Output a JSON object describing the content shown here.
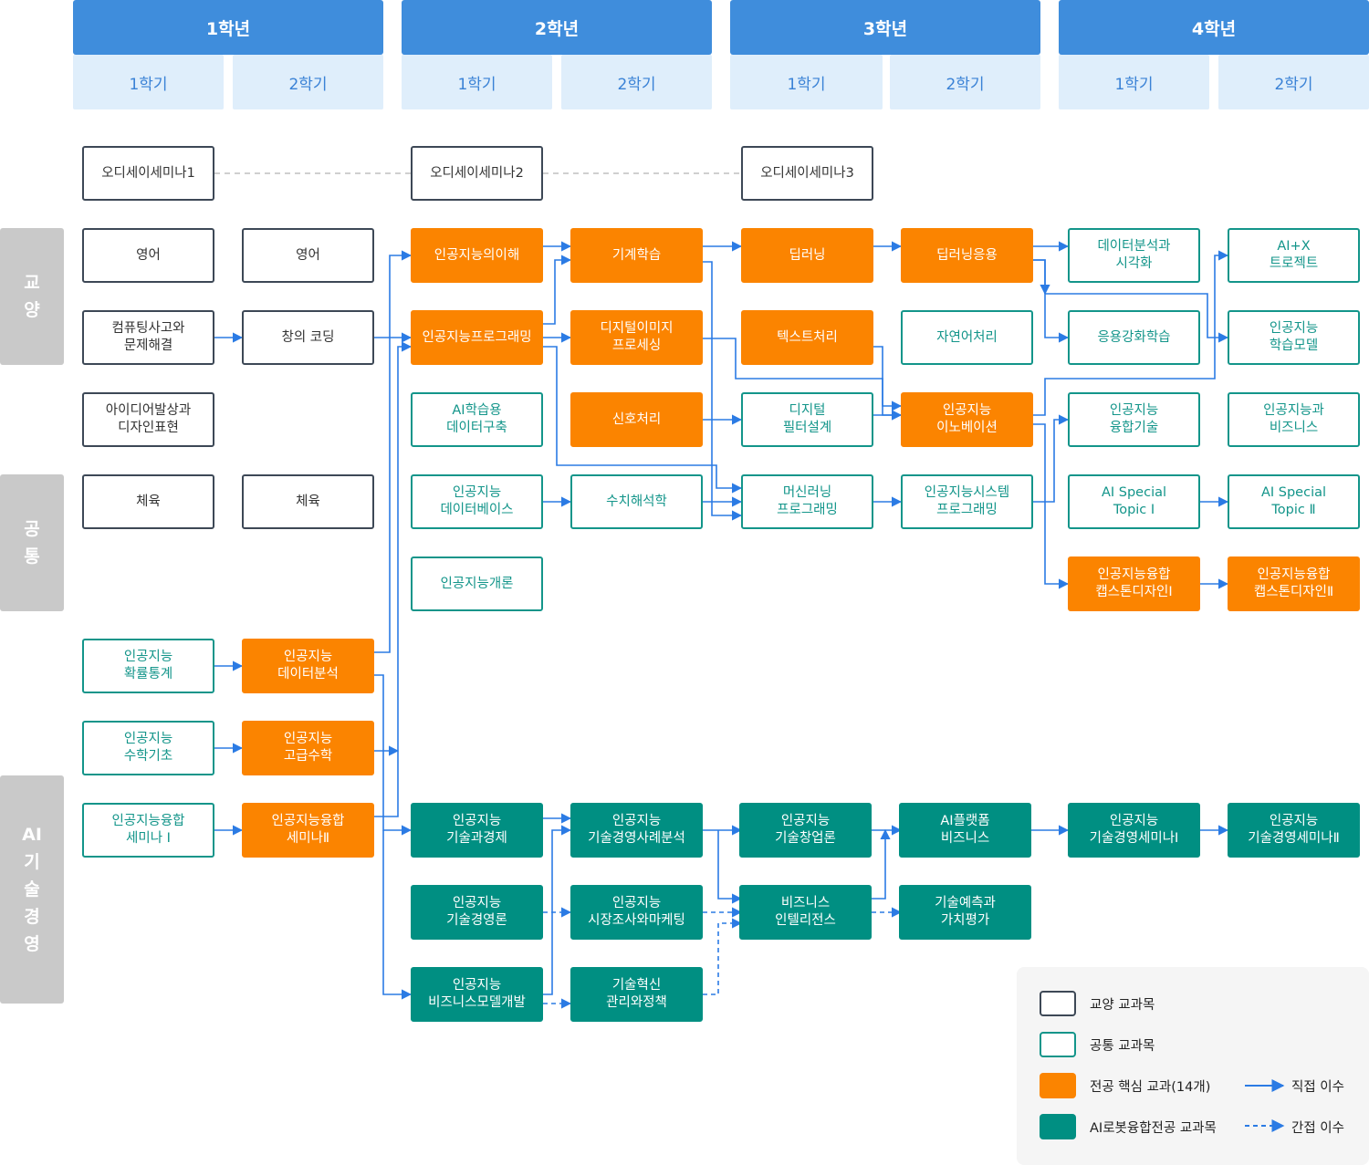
{
  "years": [
    "1학년",
    "2학년",
    "3학년",
    "4학년"
  ],
  "semesters": [
    "1학기",
    "2학기",
    "1학기",
    "2학기",
    "1학기",
    "2학기",
    "1학기",
    "2학기"
  ],
  "categories": [
    {
      "id": "gyoyang",
      "chars": [
        "교",
        "양"
      ]
    },
    {
      "id": "gongtong",
      "chars": [
        "공",
        "통"
      ]
    },
    {
      "id": "ai",
      "chars": [
        "AI",
        "기",
        "술",
        "경",
        "영"
      ]
    }
  ],
  "nodes": [
    {
      "id": "s1",
      "type": "gyo",
      "lines": [
        "오디세이세미나1"
      ]
    },
    {
      "id": "s2",
      "type": "gyo",
      "lines": [
        "오디세이세미나2"
      ]
    },
    {
      "id": "s3",
      "type": "gyo",
      "lines": [
        "오디세이세미나3"
      ]
    },
    {
      "id": "en1",
      "type": "gyo",
      "lines": [
        "영어"
      ]
    },
    {
      "id": "en2",
      "type": "gyo",
      "lines": [
        "영어"
      ]
    },
    {
      "id": "ct",
      "type": "gyo",
      "lines": [
        "컴퓨팅사고와",
        "문제해결"
      ]
    },
    {
      "id": "cc",
      "type": "gyo",
      "lines": [
        "창의 코딩"
      ]
    },
    {
      "id": "idea",
      "type": "gyo",
      "lines": [
        "아이디어발상과",
        "디자인표현"
      ]
    },
    {
      "id": "pe1",
      "type": "gyo",
      "lines": [
        "체육"
      ]
    },
    {
      "id": "pe2",
      "type": "gyo",
      "lines": [
        "체육"
      ]
    },
    {
      "id": "aiu",
      "type": "core",
      "lines": [
        "인공지능의이해"
      ]
    },
    {
      "id": "aip",
      "type": "core",
      "lines": [
        "인공지능프로그래밍"
      ]
    },
    {
      "id": "aidata",
      "type": "com",
      "lines": [
        "AI학습용",
        "데이터구축"
      ]
    },
    {
      "id": "aidb",
      "type": "com",
      "lines": [
        "인공지능",
        "데이터베이스"
      ]
    },
    {
      "id": "aiintro",
      "type": "com",
      "lines": [
        "인공지능개론"
      ]
    },
    {
      "id": "ml",
      "type": "core",
      "lines": [
        "기계학습"
      ]
    },
    {
      "id": "dip",
      "type": "core",
      "lines": [
        "디지털이미지",
        "프로세싱"
      ]
    },
    {
      "id": "sig",
      "type": "core",
      "lines": [
        "신호처리"
      ]
    },
    {
      "id": "num",
      "type": "com",
      "lines": [
        "수치해석학"
      ]
    },
    {
      "id": "dl",
      "type": "core",
      "lines": [
        "딥러닝"
      ]
    },
    {
      "id": "text",
      "type": "core",
      "lines": [
        "텍스트처리"
      ]
    },
    {
      "id": "dfd",
      "type": "com",
      "lines": [
        "디지털",
        "필터설계"
      ]
    },
    {
      "id": "mlp",
      "type": "com",
      "lines": [
        "머신러닝",
        "프로그래밍"
      ]
    },
    {
      "id": "dla",
      "type": "core",
      "lines": [
        "딥러닝응용"
      ]
    },
    {
      "id": "nlp",
      "type": "com",
      "lines": [
        "자연어처리"
      ]
    },
    {
      "id": "aiinno",
      "type": "core",
      "lines": [
        "인공지능",
        "이노베이션"
      ]
    },
    {
      "id": "aisys",
      "type": "com",
      "lines": [
        "인공지능시스템",
        "프로그래밍"
      ]
    },
    {
      "id": "davis",
      "type": "com",
      "lines": [
        "데이터분석과",
        "시각화"
      ]
    },
    {
      "id": "rl",
      "type": "com",
      "lines": [
        "응용강화학습"
      ]
    },
    {
      "id": "aifusion",
      "type": "com",
      "lines": [
        "인공지능",
        "융합기술"
      ]
    },
    {
      "id": "ast1",
      "type": "com",
      "lines": [
        "AI Special",
        "Topic Ⅰ"
      ]
    },
    {
      "id": "cap1",
      "type": "core",
      "lines": [
        "인공지능융합",
        "캡스톤디자인Ⅰ"
      ]
    },
    {
      "id": "aix",
      "type": "com",
      "lines": [
        "AI+X",
        "트로젝트"
      ]
    },
    {
      "id": "aimodel",
      "type": "com",
      "lines": [
        "인공지능",
        "학습모델"
      ]
    },
    {
      "id": "aibiz",
      "type": "com",
      "lines": [
        "인공지능과",
        "비즈니스"
      ]
    },
    {
      "id": "ast2",
      "type": "com",
      "lines": [
        "AI Special",
        "Topic Ⅱ"
      ]
    },
    {
      "id": "cap2",
      "type": "core",
      "lines": [
        "인공지능융합",
        "캡스톤디자인Ⅱ"
      ]
    },
    {
      "id": "prob",
      "type": "com",
      "lines": [
        "인공지능",
        "확률통계"
      ]
    },
    {
      "id": "mathb",
      "type": "com",
      "lines": [
        "인공지능",
        "수학기초"
      ]
    },
    {
      "id": "sem1",
      "type": "com",
      "lines": [
        "인공지능융합",
        "세미나 Ⅰ"
      ]
    },
    {
      "id": "aida",
      "type": "core",
      "lines": [
        "인공지능",
        "데이터분석"
      ]
    },
    {
      "id": "amath",
      "type": "core",
      "lines": [
        "인공지능",
        "고급수학"
      ]
    },
    {
      "id": "sem2",
      "type": "core",
      "lines": [
        "인공지능융합",
        "세미나Ⅱ"
      ]
    },
    {
      "id": "techecon",
      "type": "ai",
      "lines": [
        "인공지능",
        "기술과경제"
      ]
    },
    {
      "id": "techmgmt",
      "type": "ai",
      "lines": [
        "인공지능",
        "기술경영론"
      ]
    },
    {
      "id": "bizmodel",
      "type": "ai",
      "lines": [
        "인공지능",
        "비즈니스모델개발"
      ]
    },
    {
      "id": "casean",
      "type": "ai",
      "lines": [
        "인공지능",
        "기술경영사례분석"
      ]
    },
    {
      "id": "market",
      "type": "ai",
      "lines": [
        "인공지능",
        "시장조사와마케팅"
      ]
    },
    {
      "id": "innopol",
      "type": "ai",
      "lines": [
        "기술혁신",
        "관리와정책"
      ]
    },
    {
      "id": "startup",
      "type": "ai",
      "lines": [
        "인공지능",
        "기술창업론"
      ]
    },
    {
      "id": "bi",
      "type": "ai",
      "lines": [
        "비즈니스",
        "인텔리전스"
      ]
    },
    {
      "id": "platform",
      "type": "ai",
      "lines": [
        "AI플랫폼",
        "비즈니스"
      ]
    },
    {
      "id": "forecast",
      "type": "ai",
      "lines": [
        "기술예측과",
        "가치평가"
      ]
    },
    {
      "id": "ms1",
      "type": "ai",
      "lines": [
        "인공지능",
        "기술경영세미나Ⅰ"
      ]
    },
    {
      "id": "ms2",
      "type": "ai",
      "lines": [
        "인공지능",
        "기술경영세미나Ⅱ"
      ]
    }
  ],
  "legend": {
    "gyo": "교양 교과목",
    "com": "공통 교과목",
    "core": "전공 핵심 교과(14개)",
    "ai": "AI로봇융합전공 교과목",
    "direct": "직접 이수",
    "indirect": "간접 이수"
  },
  "colors": {
    "year_header": "#3f8ddc",
    "semester_bg": "#dfeefb",
    "semester_text": "#3a82d6",
    "gyo_border": "#3d4856",
    "common_border": "#13958a",
    "core_fill": "#fb8400",
    "ai_fill": "#008f82",
    "arrow": "#2b7be4",
    "category_bg": "#c9c9c9"
  }
}
